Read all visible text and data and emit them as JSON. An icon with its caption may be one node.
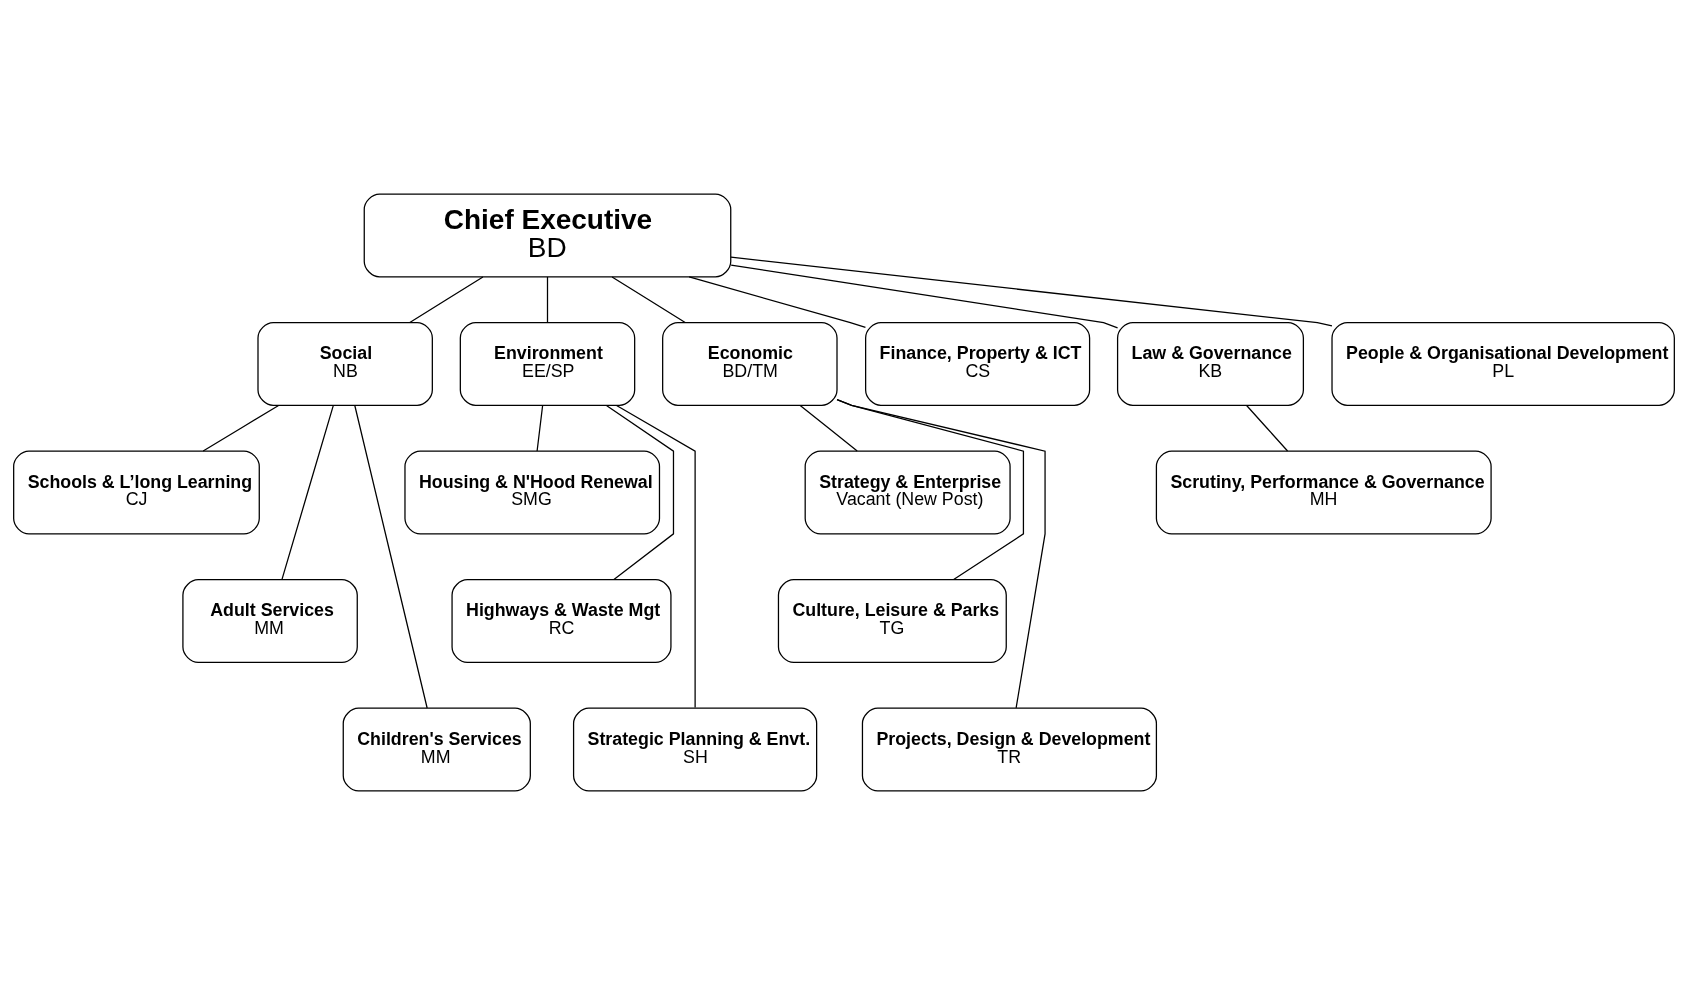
{
  "diagram": {
    "nodes": [
      {
        "text": [
          "Chief Executive",
          "BD"
        ]
      },
      {
        "text": [
          "Social",
          "NB"
        ]
      },
      {
        "text": [
          "Environment",
          "EE/SP"
        ]
      },
      {
        "text": [
          "Economic",
          "BD/TM"
        ]
      },
      {
        "text": [
          "Schools & L’long Learning",
          "CJ"
        ]
      },
      {
        "text": [
          "Adult Services",
          "MM"
        ]
      },
      {
        "text": [
          "Children's Services",
          "MM"
        ]
      },
      {
        "text": [
          "Housing & N'Hood Renewal",
          "SMG"
        ]
      },
      {
        "text": [
          "Highways & Waste Mgt",
          "RC"
        ]
      },
      {
        "text": [
          "Strategic Planning & Envt.",
          "SH"
        ]
      },
      {
        "text": [
          "Strategy & Enterprise",
          "Vacant (New Post)"
        ]
      },
      {
        "text": [
          "Culture, Leisure & Parks",
          "TG"
        ]
      },
      {
        "text": [
          "Projects, Design & Development",
          "TR"
        ]
      },
      {
        "text": [
          "Finance, Property & ICT",
          "CS"
        ]
      },
      {
        "text": [
          "Law & Governance",
          "KB"
        ]
      },
      {
        "text": [
          "Scrutiny, Performance & Governance",
          "MH"
        ]
      },
      {
        "text": [
          "People & Organisational Development",
          "PL"
        ]
      }
    ],
    "edges": [
      {
        "from": 0,
        "to": 1,
        "arrow": "none"
      },
      {
        "from": 0,
        "to": 2,
        "arrow": "none"
      },
      {
        "from": 0,
        "to": 3,
        "arrow": "none"
      },
      {
        "from": 1,
        "to": 4,
        "arrow": "none"
      },
      {
        "from": 1,
        "to": 5,
        "arrow": "none"
      },
      {
        "from": 1,
        "to": 6,
        "arrow": "none"
      },
      {
        "from": 2,
        "to": 7,
        "arrow": "none"
      },
      {
        "from": 2,
        "to": 8,
        "arrow": "none"
      },
      {
        "from": 2,
        "to": 9,
        "arrow": "none"
      },
      {
        "from": 3,
        "to": 10,
        "arrow": "none"
      },
      {
        "from": 3,
        "to": 11,
        "arrow": "none"
      },
      {
        "from": 3,
        "to": 12,
        "arrow": "none"
      },
      {
        "from": 0,
        "to": 13,
        "arrow": "none"
      },
      {
        "from": 0,
        "to": 14,
        "arrow": "none"
      },
      {
        "from": 0,
        "to": 16,
        "arrow": "none"
      },
      {
        "from": 14,
        "to": 15,
        "arrow": "none"
      }
    ]
  }
}
